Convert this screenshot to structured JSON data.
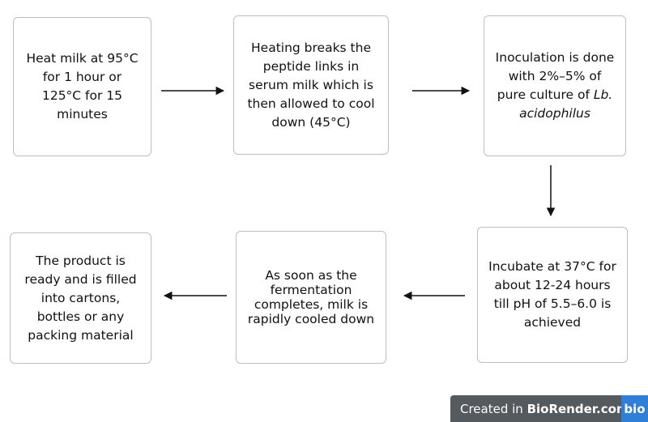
{
  "steps": {
    "s1": "Heat milk at  95°C for 1 hour or 125°C for 15 minutes",
    "s2": "Heating breaks the peptide links in serum milk which is then allowed to cool down (45°C)",
    "s3_prefix": "Inoculation is done with 2%–5% of pure culture of ",
    "s3_species": "Lb. acidophilus",
    "s4": "Incubate at 37°C for about 12-24 hours till pH of 5.5–6.0 is achieved",
    "s5": "As soon as the fermentation completes, milk is rapidly cooled down",
    "s6": "The product is ready and is filled into cartons, bottles or any packing material"
  },
  "badge": {
    "prefix": "Created in ",
    "brand": "BioRender.com",
    "logo": "bio"
  },
  "colors": {
    "box_border": "#b9c0c9",
    "arrow": "#111111",
    "badge_bg": "#555a5f",
    "logo_bg": "#2f7ed8"
  }
}
